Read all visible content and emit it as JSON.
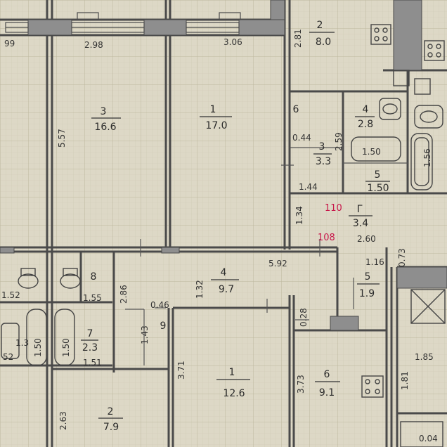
{
  "colors": {
    "paper": "#ddd8c6",
    "grid": "#c9c4ad",
    "wall": "#4a4a4a",
    "wall_fill": "#8e8e8e",
    "ink": "#2b2b2b",
    "red": "#c8174a"
  },
  "rooms": [
    {
      "id": "room-3-upper",
      "num": "3",
      "area": "16.6"
    },
    {
      "id": "room-1-upper",
      "num": "1",
      "area": "17.0"
    },
    {
      "id": "room-2-upper",
      "num": "2",
      "area": "8.0"
    },
    {
      "id": "room-6-upper",
      "num": "6",
      "area": ""
    },
    {
      "id": "room-3-small",
      "num": "3",
      "area": "3.3"
    },
    {
      "id": "room-4-upper",
      "num": "4",
      "area": "2.8"
    },
    {
      "id": "room-5-upper",
      "num": "5",
      "area": "1.50"
    },
    {
      "id": "room-g",
      "num": "Г",
      "area": "3.4"
    },
    {
      "id": "room-4-lower",
      "num": "4",
      "area": "9.7"
    },
    {
      "id": "room-5-lower",
      "num": "5",
      "area": "1.9"
    },
    {
      "id": "room-1-lower",
      "num": "1",
      "area": "12.6"
    },
    {
      "id": "room-6-lower",
      "num": "6",
      "area": "9.1"
    },
    {
      "id": "room-2-lower",
      "num": "2",
      "area": "7.9"
    },
    {
      "id": "room-7-lower",
      "num": "7",
      "area": "2.3"
    },
    {
      "id": "room-8-lower",
      "num": "8",
      "area": ""
    },
    {
      "id": "room-9-lower",
      "num": "9",
      "area": ""
    }
  ],
  "dimensions": {
    "top_left": "99",
    "w_298": "2.98",
    "w_306": "3.06",
    "v_557": "5.57",
    "v_281": "2.81",
    "v_044": "0.44",
    "v_259": "2.59",
    "h_150a": "1.50",
    "v_156": "1.56",
    "h_144": "1.44",
    "h_150b": "1.50",
    "v_134": "1.34",
    "h_260": "2.60",
    "v_073": "0.73",
    "h_592": "5.92",
    "h_116": "1.16",
    "v_132": "1.32",
    "v_286": "2.86",
    "h_155": "1.55",
    "h_152": "1.52",
    "v_150a": "1.50",
    "v_150b": "1.50",
    "h_151": "1.51",
    "h_052": "52",
    "h_046": "0.46",
    "v_143": "1.43",
    "v_028": "0.28",
    "v_373": "3.73",
    "v_181": "1.81",
    "h_185": "1.85",
    "v_263": "2.63",
    "v_371": "3.71",
    "h_004": "0.04",
    "h_013": "1.3"
  },
  "annotations": {
    "red_110": "110",
    "red_108": "108"
  }
}
